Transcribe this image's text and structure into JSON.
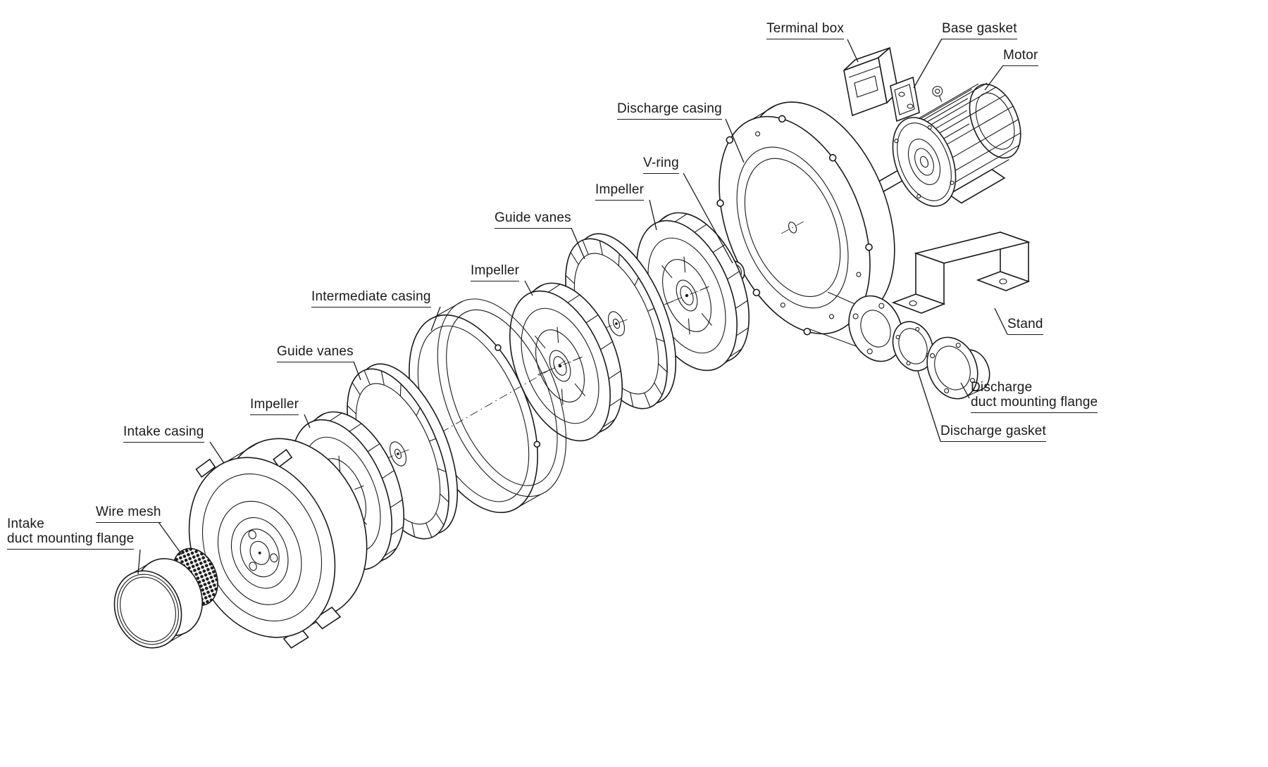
{
  "diagram": {
    "type": "exploded-view-technical-drawing",
    "subject": "multistage centrifugal blower assembly",
    "colors": {
      "line": "#1a1a1a",
      "background": "#ffffff"
    },
    "labels": {
      "terminal_box": "Terminal box",
      "base_gasket": "Base gasket",
      "motor": "Motor",
      "discharge_casing": "Discharge casing",
      "v_ring": "V-ring",
      "impeller_3": "Impeller",
      "guide_vanes_2": "Guide vanes",
      "impeller_2": "Impeller",
      "intermediate_casing": "Intermediate casing",
      "guide_vanes_1": "Guide vanes",
      "impeller_1": "Impeller",
      "intake_casing": "Intake casing",
      "wire_mesh": "Wire mesh",
      "intake_duct_flange": {
        "line1": "Intake",
        "line2": "duct mounting flange"
      },
      "stand": "Stand",
      "discharge_duct_flange": {
        "line1": "Discharge",
        "line2": "duct mounting flange"
      },
      "discharge_gasket": "Discharge gasket"
    }
  }
}
